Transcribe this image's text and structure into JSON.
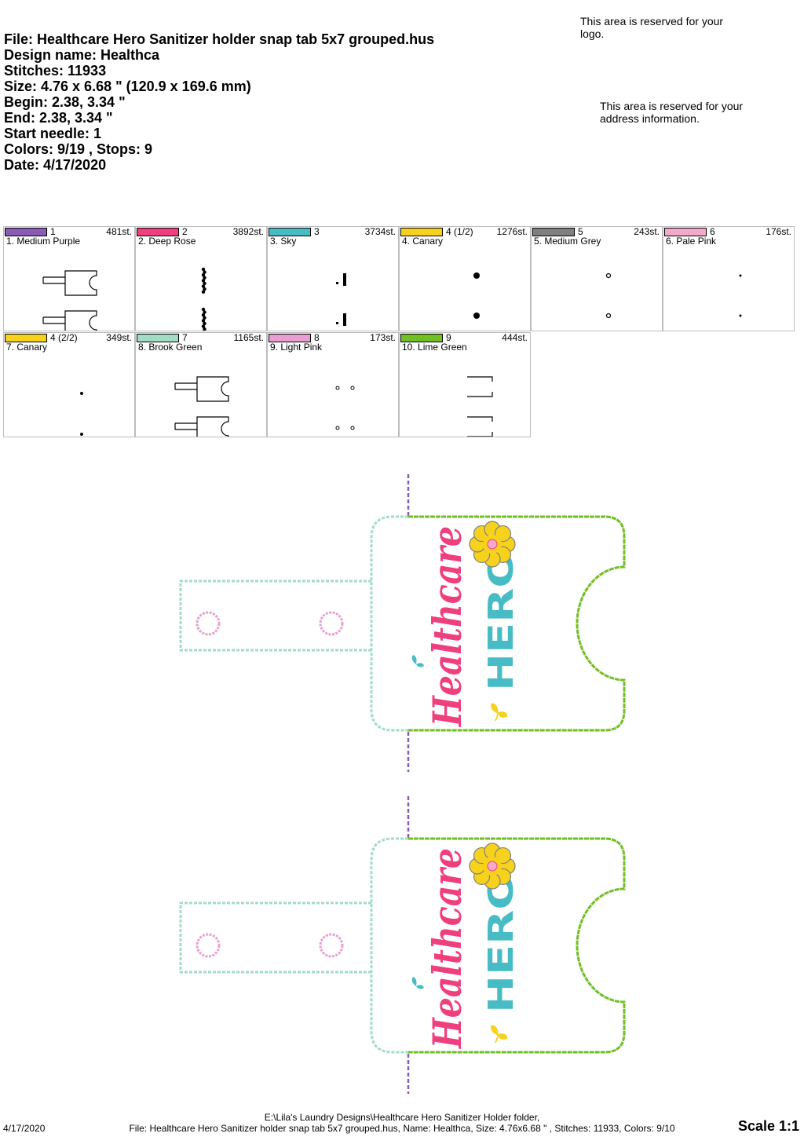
{
  "header": {
    "file": "File: Healthcare Hero Sanitizer holder snap tab 5x7 grouped.hus",
    "design_name": "Design name: Healthca",
    "stitches": "Stitches: 11933",
    "size": "Size: 4.76 x 6.68 \" (120.9 x 169.6 mm)",
    "begin": "Begin: 2.38, 3.34 \"",
    "end": "End: 2.38, 3.34 \"",
    "start_needle": "Start needle: 1",
    "colors": "Colors: 9/19 , Stops: 9",
    "date": "Date: 4/17/2020"
  },
  "reserved": {
    "logo": "This area is reserved for your logo.",
    "address": "This area is reserved for your address information."
  },
  "color_stops": [
    {
      "num": "1",
      "name": "1. Medium Purple",
      "stitches": "481st.",
      "color": "#8a5bb5",
      "thumb": "outline"
    },
    {
      "num": "2",
      "name": "2. Deep Rose",
      "stitches": "3892st.",
      "color": "#ef3f7f",
      "thumb": "text"
    },
    {
      "num": "3",
      "name": "3. Sky",
      "stitches": "3734st.",
      "color": "#47bcc4",
      "thumb": "hero"
    },
    {
      "num": "4 (1/2)",
      "name": "4. Canary",
      "stitches": "1276st.",
      "color": "#f7d21c",
      "thumb": "bigdot"
    },
    {
      "num": "5",
      "name": "5. Medium Grey",
      "stitches": "243st.",
      "color": "#7f7f7f",
      "thumb": "ring"
    },
    {
      "num": "6",
      "name": "6. Pale Pink",
      "stitches": "176st.",
      "color": "#f4a9cb",
      "thumb": "tinydot"
    },
    {
      "num": "4 (2/2)",
      "name": "7. Canary",
      "stitches": "349st.",
      "color": "#f7d21c",
      "thumb": "smalldot"
    },
    {
      "num": "7",
      "name": "8. Brook Green",
      "stitches": "1165st.",
      "color": "#a2dcc5",
      "thumb": "outline"
    },
    {
      "num": "8",
      "name": "9. Light Pink",
      "stitches": "173st.",
      "color": "#e89fd0",
      "thumb": "circles"
    },
    {
      "num": "9",
      "name": "10. Lime Green",
      "stitches": "444st.",
      "color": "#72bf25",
      "thumb": "edges"
    }
  ],
  "design": {
    "word_healthcare": "Healthcare",
    "word_hero": "HERO",
    "colors": {
      "outline": "#a2dcc5",
      "edge": "#72bf25",
      "purple": "#8a5bb5",
      "pink": "#ef3f7f",
      "sky": "#47bcc4",
      "canary": "#f7d21c",
      "grey": "#7f7f7f",
      "palepink": "#f4a9cb",
      "snap": "#e89fd0"
    }
  },
  "footer": {
    "date": "4/17/2020",
    "path": "E:\\Lila's Laundry Designs\\Healthcare Hero Sanitizer Holder folder,",
    "summary": "File: Healthcare Hero Sanitizer holder snap tab 5x7 grouped.hus, Name: Healthca, Size: 4.76x6.68 \" , Stitches: 11933, Colors: 9/10",
    "scale": "Scale 1:1"
  }
}
